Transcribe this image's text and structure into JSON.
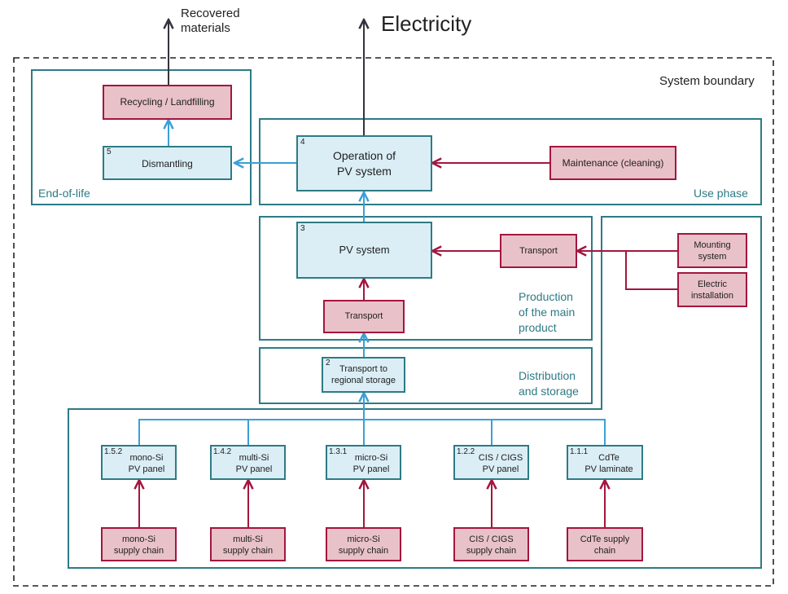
{
  "top": {
    "recovered_materials": "Recovered\nmaterials",
    "electricity": "Electricity"
  },
  "regions": {
    "system_boundary": "System boundary",
    "end_of_life": "End-of-life",
    "use_phase": "Use phase",
    "production": "Production\nof the main\nproduct",
    "distribution": "Distribution\nand storage"
  },
  "boxes": {
    "recycling": {
      "label": "Recycling / Landfilling"
    },
    "dismantling": {
      "num": "5",
      "label": "Dismantling"
    },
    "operation": {
      "num": "4",
      "label": "Operation of\nPV system"
    },
    "maintenance": {
      "label": "Maintenance (cleaning)"
    },
    "pv_system": {
      "num": "3",
      "label": "PV system"
    },
    "transport_upper": {
      "label": "Transport"
    },
    "transport_lower": {
      "label": "Transport"
    },
    "mounting": {
      "label": "Mounting\nsystem"
    },
    "electric": {
      "label": "Electric\ninstallation"
    },
    "transport_storage": {
      "num": "2",
      "label": "Transport to\nregional storage"
    }
  },
  "panels": [
    {
      "num": "1.5.2",
      "label": "mono-Si\nPV panel",
      "chain": "mono-Si\nsupply chain"
    },
    {
      "num": "1.4.2",
      "label": "multi-Si\nPV panel",
      "chain": "multi-Si\nsupply chain"
    },
    {
      "num": "1.3.1",
      "label": "micro-Si\nPV panel",
      "chain": "micro-Si\nsupply chain"
    },
    {
      "num": "1.2.2",
      "label": "CIS / CIGS\nPV panel",
      "chain": "CIS / CIGS\nsupply chain"
    },
    {
      "num": "1.1.1",
      "label": "CdTe\nPV laminate",
      "chain": "CdTe supply\nchain"
    }
  ],
  "colors": {
    "teal": "#2e7b84",
    "blue_fill": "#dbeef6",
    "red": "#a3163f",
    "red_fill": "#e8c2c8",
    "arrow_blue": "#3aa0d6",
    "dark": "#34333d"
  }
}
